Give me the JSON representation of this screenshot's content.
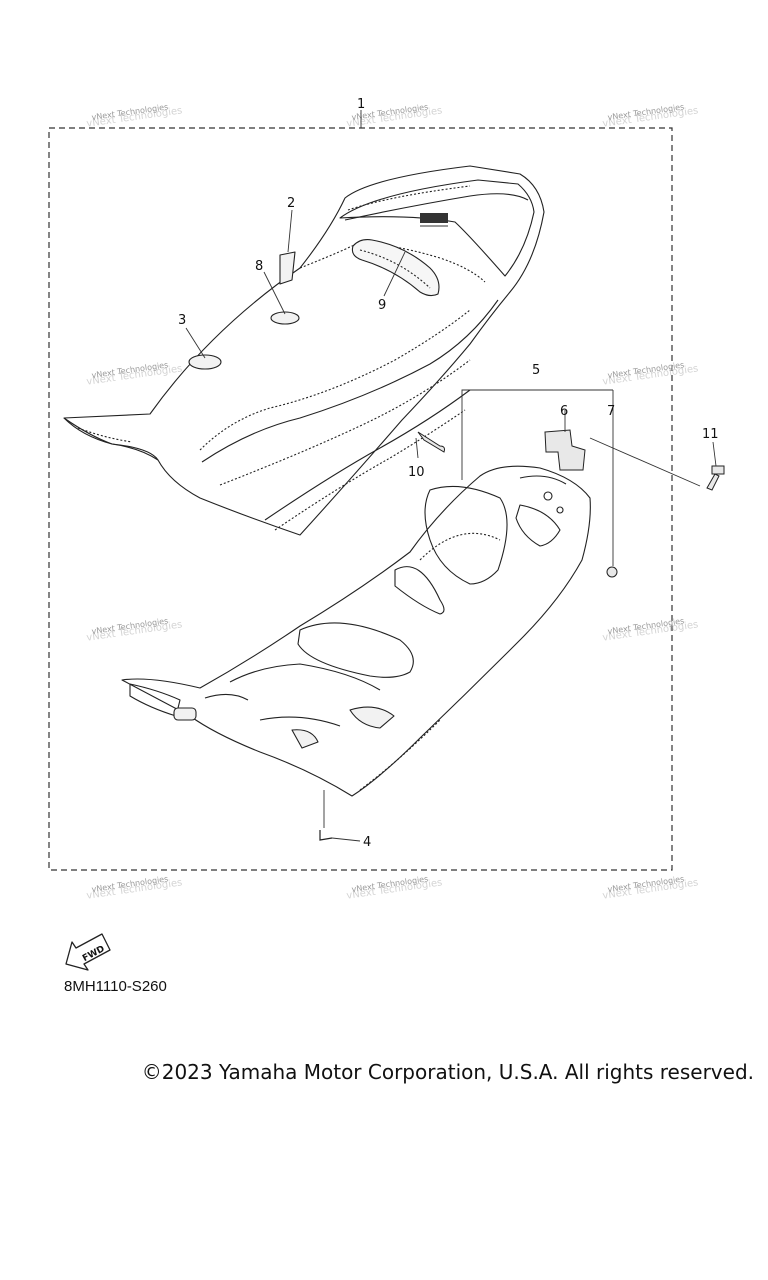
{
  "diagram": {
    "part_number": "8MH1110-S260",
    "fwd_label": "FWD",
    "copyright": "©2023 Yamaha Motor Corporation, U.S.A. All rights reserved.",
    "watermark_text": "vNext Technologies",
    "callouts": {
      "c1": "1",
      "c2": "2",
      "c3": "3",
      "c4": "4",
      "c5": "5",
      "c6": "6",
      "c7": "7",
      "c8": "8",
      "c9": "9",
      "c10": "10",
      "c11": "11"
    }
  }
}
